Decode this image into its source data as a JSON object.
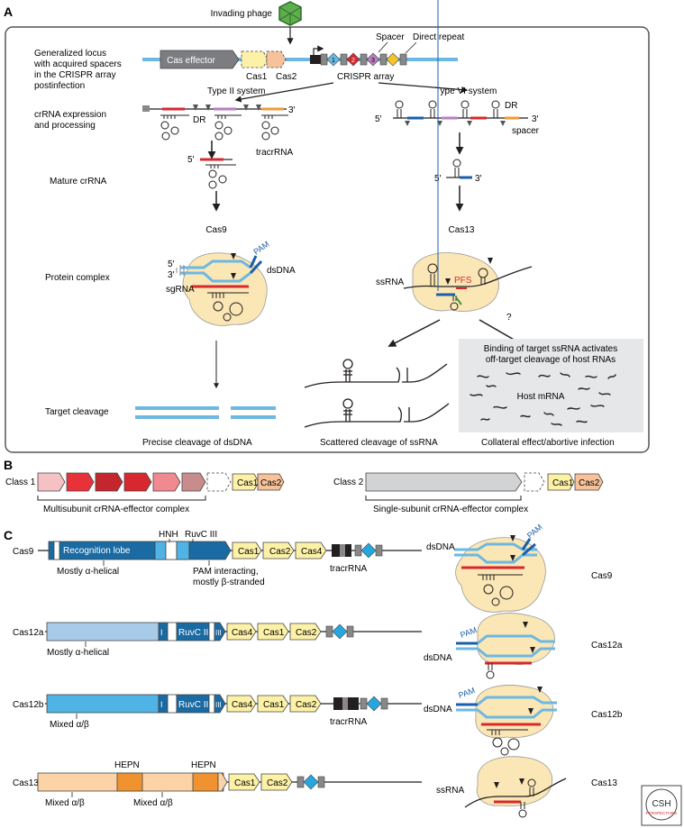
{
  "panel_a": {
    "letter": "A",
    "invading_phage": "Invading phage",
    "locus_label": [
      "Generalized locus",
      "with acquired spacers",
      "in the CRISPR array",
      "postinfection"
    ],
    "cas_effector": "Cas effector",
    "cas1": "Cas1",
    "cas2": "Cas2",
    "spacer": "Spacer",
    "direct_repeat": "Direct repeat",
    "crispr_array": "CRISPR array",
    "array_numbers": [
      "1",
      "2",
      "3"
    ],
    "type2": "Type II system",
    "type6": "Type VI system",
    "crrna_expr": [
      "crRNA expression",
      "and processing"
    ],
    "dr": "DR",
    "three_prime": "3′",
    "five_prime": "5′",
    "tracrrna": "tracrRNA",
    "spacer_small": "spacer",
    "mature_crrna": "Mature crRNA",
    "cas9": "Cas9",
    "cas13": "Cas13",
    "protein_complex": "Protein complex",
    "pam": "PAM",
    "dsdna": "dsDNA",
    "sgrna": "sgRNA",
    "ssrna": "ssRNA",
    "pfs": "PFS",
    "question": "?",
    "binding_text": [
      "Binding of target ssRNA activates",
      "off-target cleavage of host RNAs"
    ],
    "host_mrna": "Host mRNA",
    "target_cleavage": "Target cleavage",
    "precise": "Precise cleavage of dsDNA",
    "scattered": "Scattered cleavage of ssRNA",
    "collateral": "Collateral effect/abortive infection"
  },
  "panel_b": {
    "letter": "B",
    "class1": "Class 1",
    "class2": "Class 2",
    "cas1": "Cas1",
    "cas2": "Cas2",
    "multi": "Multisubunit crRNA-effector complex",
    "single": "Single-subunit crRNA-effector complex"
  },
  "panel_c": {
    "letter": "C",
    "rows": [
      {
        "name": "Cas9",
        "right": "Cas9"
      },
      {
        "name": "Cas12a",
        "right": "Cas12a"
      },
      {
        "name": "Cas12b",
        "right": "Cas12b"
      },
      {
        "name": "Cas13",
        "right": "Cas13"
      }
    ],
    "hnh": "HNH",
    "ruvc3": "RuvC III",
    "recognition_lobe": "Recognition lobe",
    "mostly_alpha": "Mostly α-helical",
    "pam_interacting": [
      "PAM interacting,",
      "mostly β-stranded"
    ],
    "cas1": "Cas1",
    "cas2": "Cas2",
    "cas4": "Cas4",
    "tracrrna": "tracrRNA",
    "ruvc_i": "I",
    "ruvc_ii": "RuvC II",
    "ruvc_iii": "III",
    "mixed": "Mixed α/β",
    "hepn": "HEPN",
    "dsdna": "dsDNA",
    "ssrna": "ssRNA",
    "pam": "PAM"
  },
  "logo": {
    "line1": "CSH",
    "line2": "PERSPECTIVES"
  },
  "colors": {
    "dna": "#6cb8e3",
    "red": "#d7282f",
    "blue": "#1b5fa8",
    "orange": "#f29a37",
    "purple": "#b97fbf",
    "protein": "#fbe7b5",
    "cas_yellow": "#fdf1a7",
    "cas_orange": "#f7c29a",
    "grey_box": "#e6e7e8",
    "cas9_dark": "#1a6aa3",
    "cas9_light": "#4fb3e5",
    "cas12a": "#a9cbea",
    "cas13_body": "#fcd3a6",
    "hepn": "#f0922f"
  }
}
